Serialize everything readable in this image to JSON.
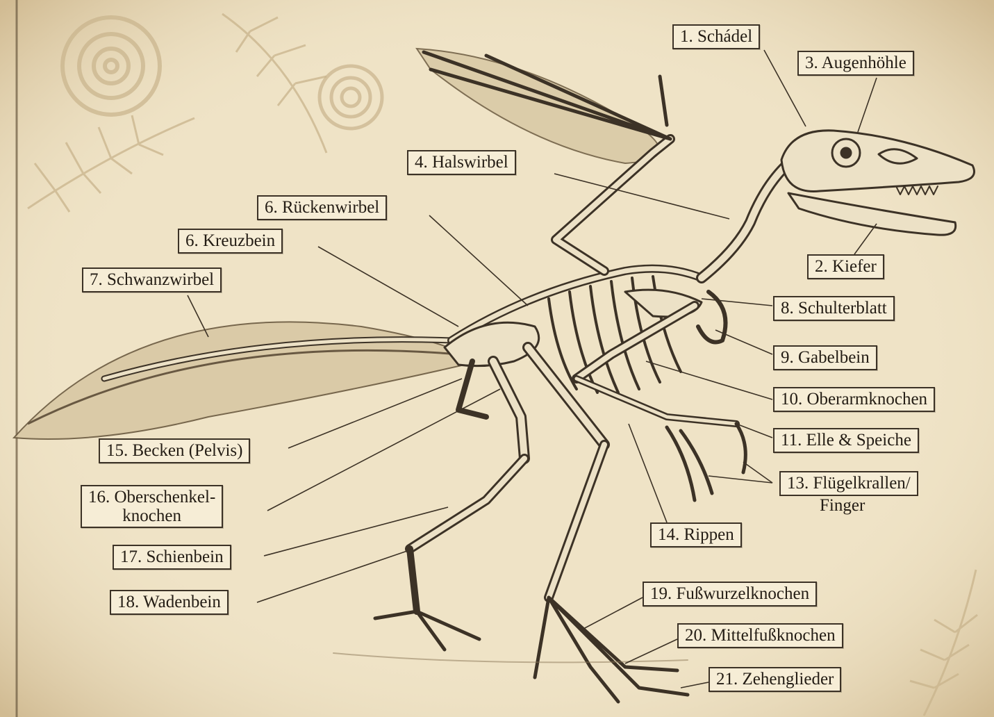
{
  "labels": [
    {
      "key": "schaedel",
      "text": "1. Schádel"
    },
    {
      "key": "kiefer",
      "text": "2. Kiefer"
    },
    {
      "key": "augenhoehle",
      "text": "3. Augenhöhle"
    },
    {
      "key": "halswirbel",
      "text": "4. Halswirbel"
    },
    {
      "key": "rueckenwirbel",
      "text": "6. Rückenwirbel"
    },
    {
      "key": "kreuzbein",
      "text": "6. Kreuzbein"
    },
    {
      "key": "schwanzwirbel",
      "text": "7. Schwanzwirbel"
    },
    {
      "key": "schulterblatt",
      "text": "8. Schulterblatt"
    },
    {
      "key": "gabelbein",
      "text": "9. Gabelbein"
    },
    {
      "key": "oberarmknochen",
      "text": "10. Oberarmknochen"
    },
    {
      "key": "elle-speiche",
      "text": "11. Elle & Speiche"
    },
    {
      "key": "fluegelkrallen",
      "line1": "13. Flügelkrallen/",
      "line2": "Finger"
    },
    {
      "key": "rippen",
      "text": "14. Rippen"
    },
    {
      "key": "becken",
      "text": "15. Becken (Pelvis)"
    },
    {
      "key": "oberschenkel",
      "line1": "16. Oberschenkel-",
      "line2": "knochen"
    },
    {
      "key": "schienbein",
      "text": "17. Schienbein"
    },
    {
      "key": "wadenbein",
      "text": "18. Wadenbein"
    },
    {
      "key": "fusswurzel",
      "text": "19. Fußwurzelknochen"
    },
    {
      "key": "mittelfuss",
      "text": "20. Mittelfußknochen"
    },
    {
      "key": "zehenglieder",
      "text": "21. Zehenglieder"
    }
  ],
  "colors": {
    "parchment": "#efe3c6",
    "ink": "#3c3226",
    "bone": "#e8dcc0",
    "fossil": "#c9b48c"
  }
}
